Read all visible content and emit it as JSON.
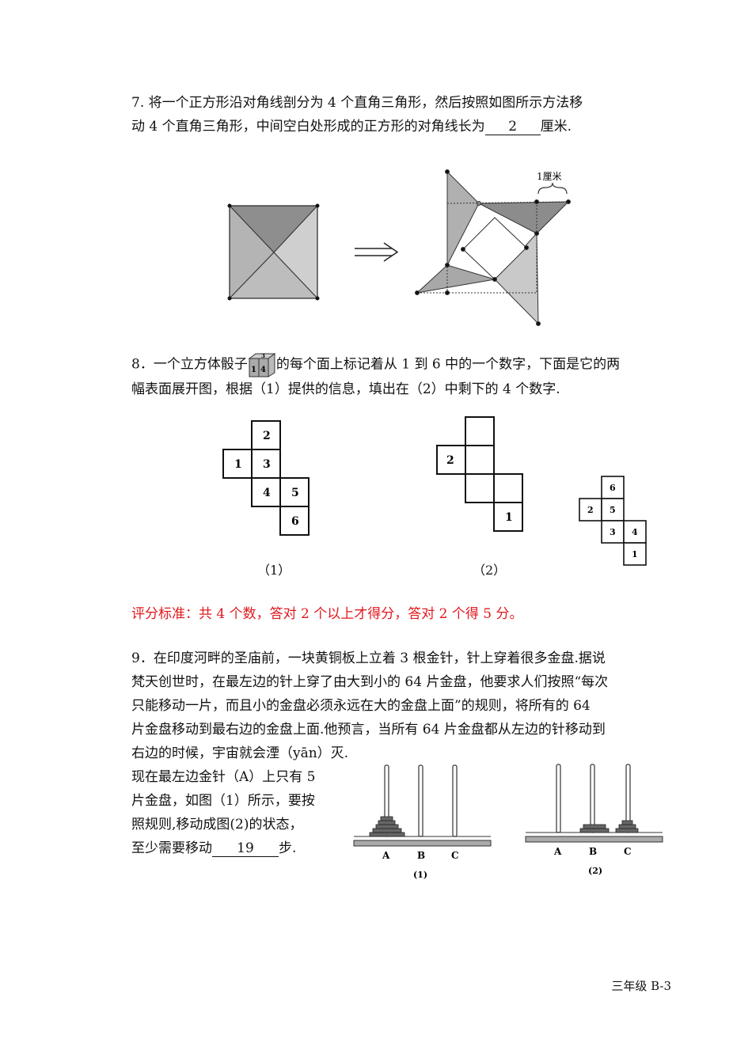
{
  "q7": {
    "line1": "7. 将一个正方形沿对角线剖分为 4 个直角三角形，然后按照如图所示方法移",
    "line2_pre": "动 4 个直角三角形，中间空白处形成的正方形的对角线长为",
    "answer": "2",
    "line2_post": "厘米.",
    "fig_label": "1厘米"
  },
  "q8": {
    "line1_pre": "8．一个立方体骰子",
    "line1_post": "的每个面上标记着从 1 到 6 中的一个数字，下面是它的两",
    "line2": "幅表面展开图，根据（1）提供的信息，填出在（2）中剩下的 4 个数字.",
    "die_faces": [
      "1",
      "4",
      "3"
    ],
    "net1_numbers": [
      "2",
      "1",
      "3",
      "4",
      "5",
      "6"
    ],
    "net2_numbers": [
      "2",
      "1"
    ],
    "answer_net_numbers": [
      "6",
      "2",
      "5",
      "3",
      "4",
      "1"
    ],
    "caption1": "（1）",
    "caption2": "（2）",
    "scoring": "评分标准：共 4 个数，答对 2 个以上才得分，答对 2 个得 5 分。"
  },
  "q9": {
    "lines": [
      "9．在印度河畔的圣庙前，一块黄铜板上立着 3 根金针，针上穿着很多金盘.据说",
      "梵天创世时，在最左边的针上穿了由大到小的 64 片金盘，他要求人们按照“每次",
      "只能移动一片，而且小的金盘必须永远在大的金盘上面”的规则，将所有的 64",
      "片金盘移动到最右边的金盘上面.他预言，当所有 64 片金盘都从左边的针移动到",
      "右边的时候，宇宙就会湮（yān）灭."
    ],
    "left_lines": [
      "现在最左边金针（A）上只有 5",
      "片金盘，如图（1）所示，要按",
      "照规则,移动成图(2)的状态，"
    ],
    "last_pre": "至少需要移动",
    "answer": "19",
    "last_post": "步.",
    "peg_labels": [
      "A",
      "B",
      "C"
    ],
    "fig1_caption": "(1)",
    "fig2_caption": "(2)"
  },
  "footer": "三年级 B-3"
}
